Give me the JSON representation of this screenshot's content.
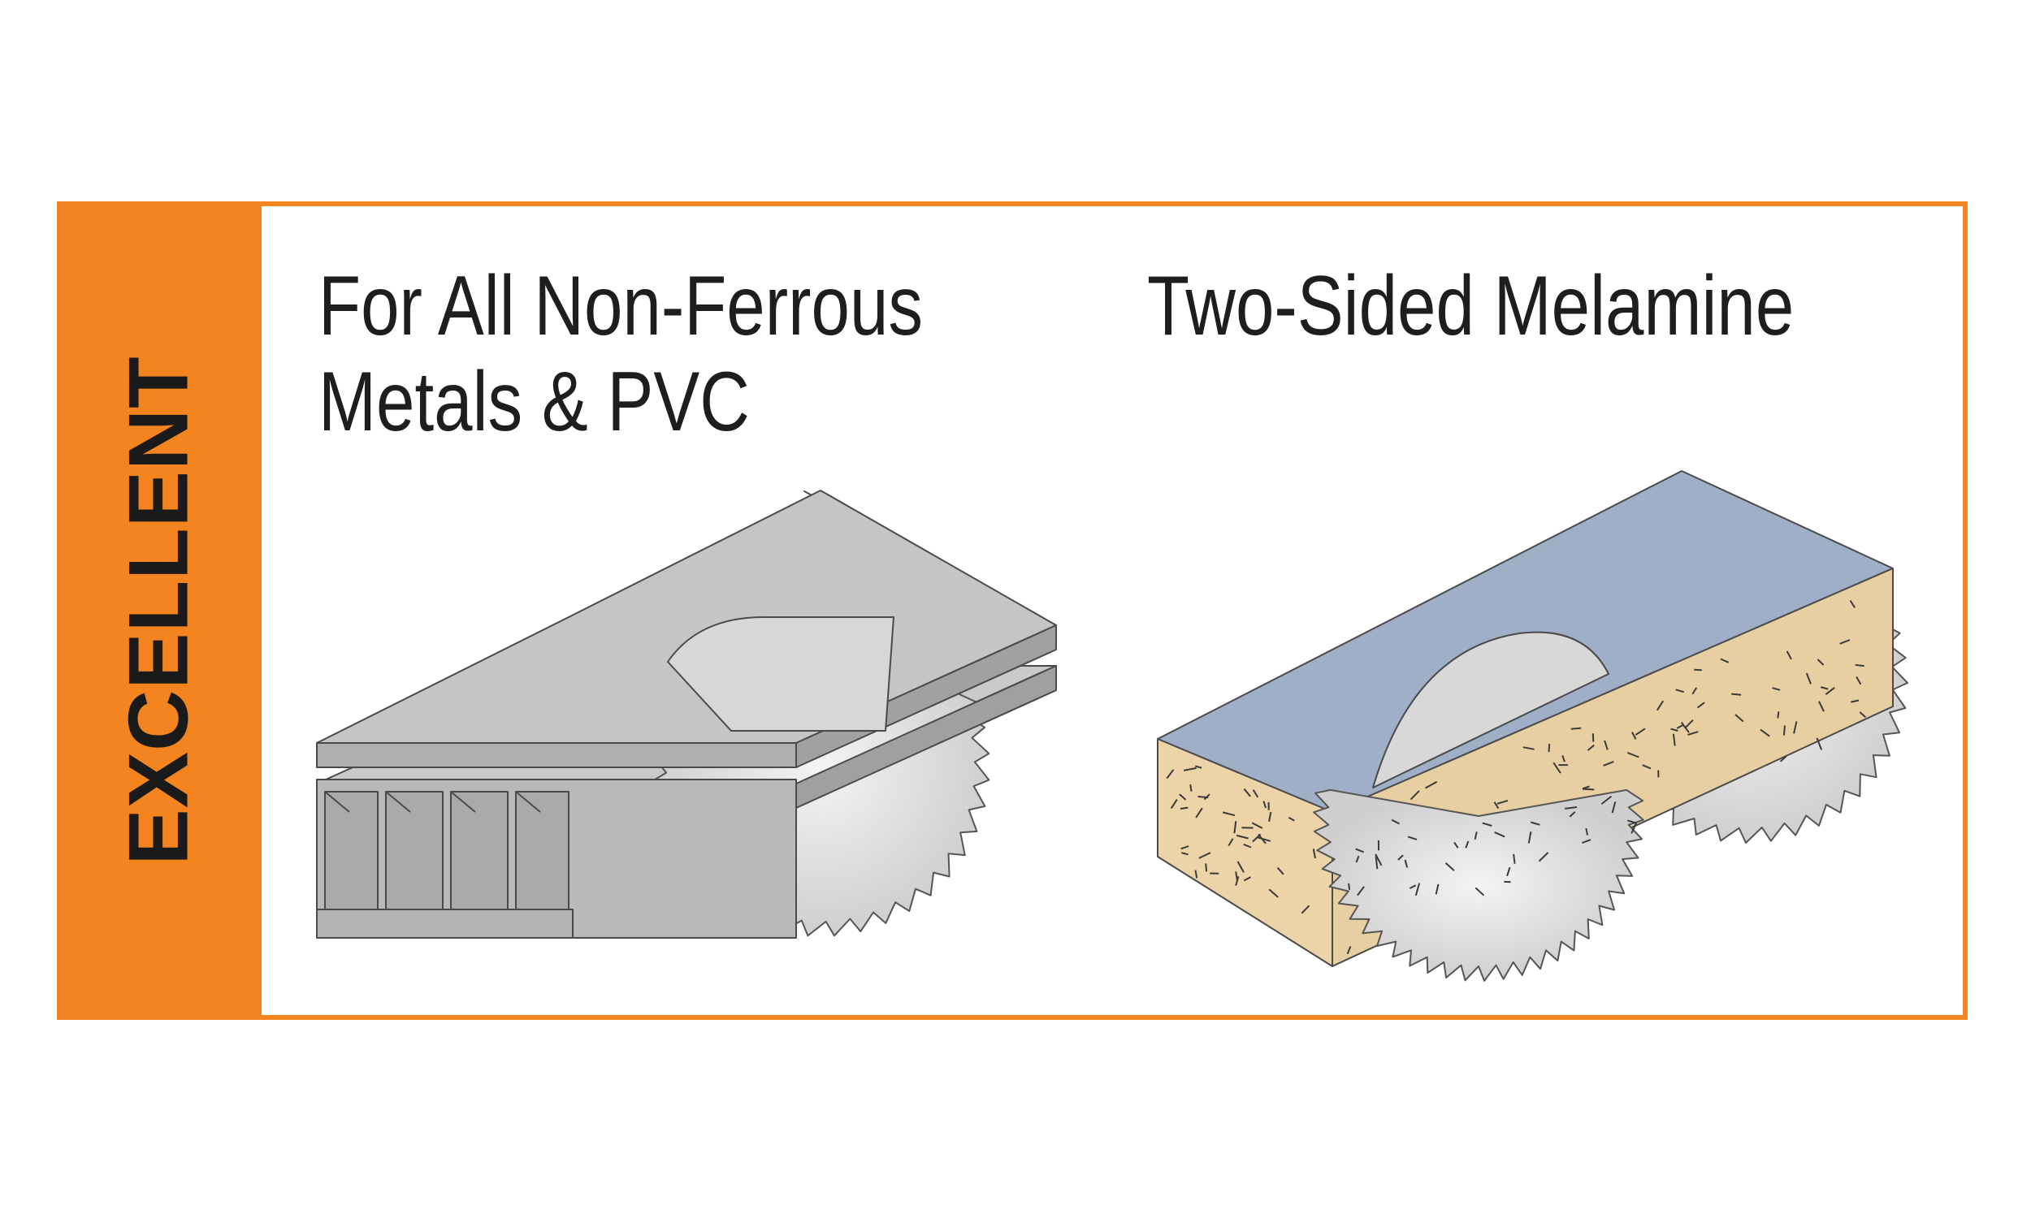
{
  "rating": {
    "label": "EXCELLENT",
    "color": "#f3841f"
  },
  "applications": [
    {
      "title_line1": "For All Non-Ferrous",
      "title_line2": "Metals & PVC",
      "illustration": "extruded-profile-with-saw-blade-icon"
    },
    {
      "title_line1": "Two-Sided Melamine",
      "title_line2": "",
      "illustration": "melamine-board-with-saw-blades-icon"
    }
  ],
  "colors": {
    "metal": "#c3c4c6",
    "melamine_top": "#9fafc7",
    "particle_board": "#ecd3a8",
    "blade": "#e0e0e0",
    "outline": "#444444"
  }
}
